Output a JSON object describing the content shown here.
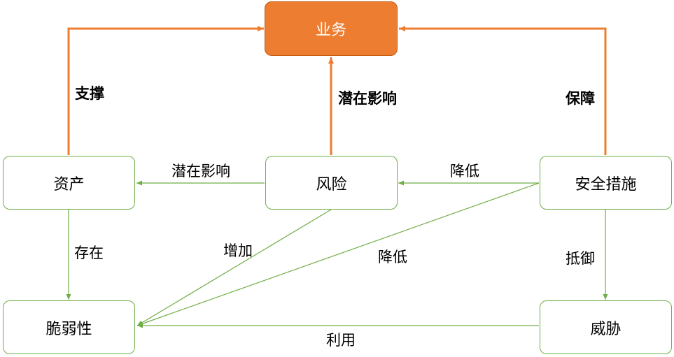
{
  "nodes": {
    "business": "业务",
    "asset": "资产",
    "risk": "风险",
    "security": "安全措施",
    "vulnerability": "脆弱性",
    "threat": "威胁"
  },
  "edges": {
    "asset_business": "支撑",
    "risk_business": "潜在影响",
    "security_business": "保障",
    "risk_asset": "潜在影响",
    "security_risk": "降低",
    "asset_vuln": "存在",
    "risk_vuln": "增加",
    "security_vuln": "降低",
    "security_threat": "抵御",
    "threat_vuln": "利用"
  },
  "colors": {
    "primary": "#ed7d31",
    "primary_border": "#c55a11",
    "secondary": "#70ad47"
  }
}
